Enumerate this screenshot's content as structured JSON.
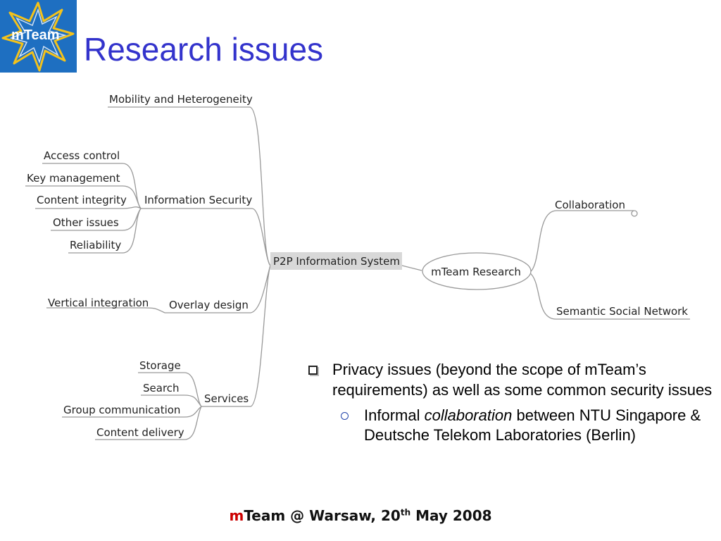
{
  "slide": {
    "title": "Research issues",
    "logo_text": "mTeam"
  },
  "mindmap": {
    "central": "mTeam Research",
    "hub": "P2P Information System",
    "right_branches": [
      "Collaboration",
      "Semantic Social Network"
    ],
    "groups": {
      "mobility": "Mobility and Heterogeneity",
      "security": "Information Security",
      "overlay": "Overlay design",
      "services": "Services"
    },
    "security_items": [
      "Access control",
      "Key management",
      "Content integrity",
      "Other issues",
      "Reliability"
    ],
    "overlay_items": [
      "Vertical integration"
    ],
    "services_items": [
      "Storage",
      "Search",
      "Group communication",
      "Content delivery"
    ]
  },
  "bullets": {
    "main": {
      "text_before": "Privacy issues (beyond the scope of mTeam’s requirements) as well as some common security issues"
    },
    "sub": {
      "text_before": "Informal ",
      "emphasis": "collaboration",
      "text_after": " between NTU Singapore & Deutsche Telekom Laboratories (Berlin)"
    }
  },
  "footer": {
    "brand_m": "m",
    "text": "Team @ Warsaw, 20",
    "sup": "th",
    "text_end": " May 2008"
  },
  "colors": {
    "title": "#3333cc",
    "logo_bg": "#1e6fc1",
    "hub_highlight": "#d8d8d8",
    "footer_accent": "#cc0000"
  }
}
